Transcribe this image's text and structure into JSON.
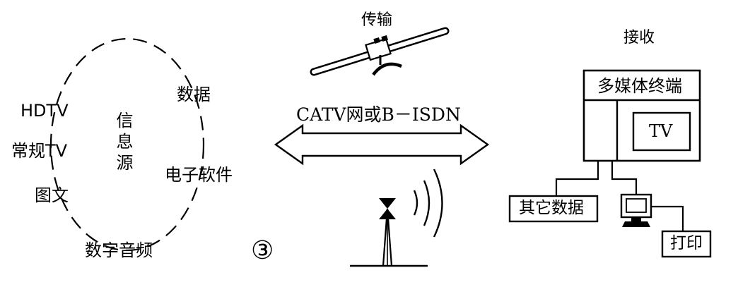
{
  "source": {
    "ring_label": "信息源",
    "items": [
      "HDTV",
      "常规TV",
      "图文",
      "数据",
      "电子软件",
      "数字音频"
    ]
  },
  "transmission": {
    "label": "传输",
    "link_label": "CATV网或B－ISDN"
  },
  "reception": {
    "label": "接收",
    "terminal_label": "多媒体终端",
    "screen_label": "TV",
    "other_data_label": "其它数据",
    "print_label": "打印"
  },
  "figure_number": "③",
  "colors": {
    "ink": "#000000",
    "paper": "#ffffff"
  }
}
